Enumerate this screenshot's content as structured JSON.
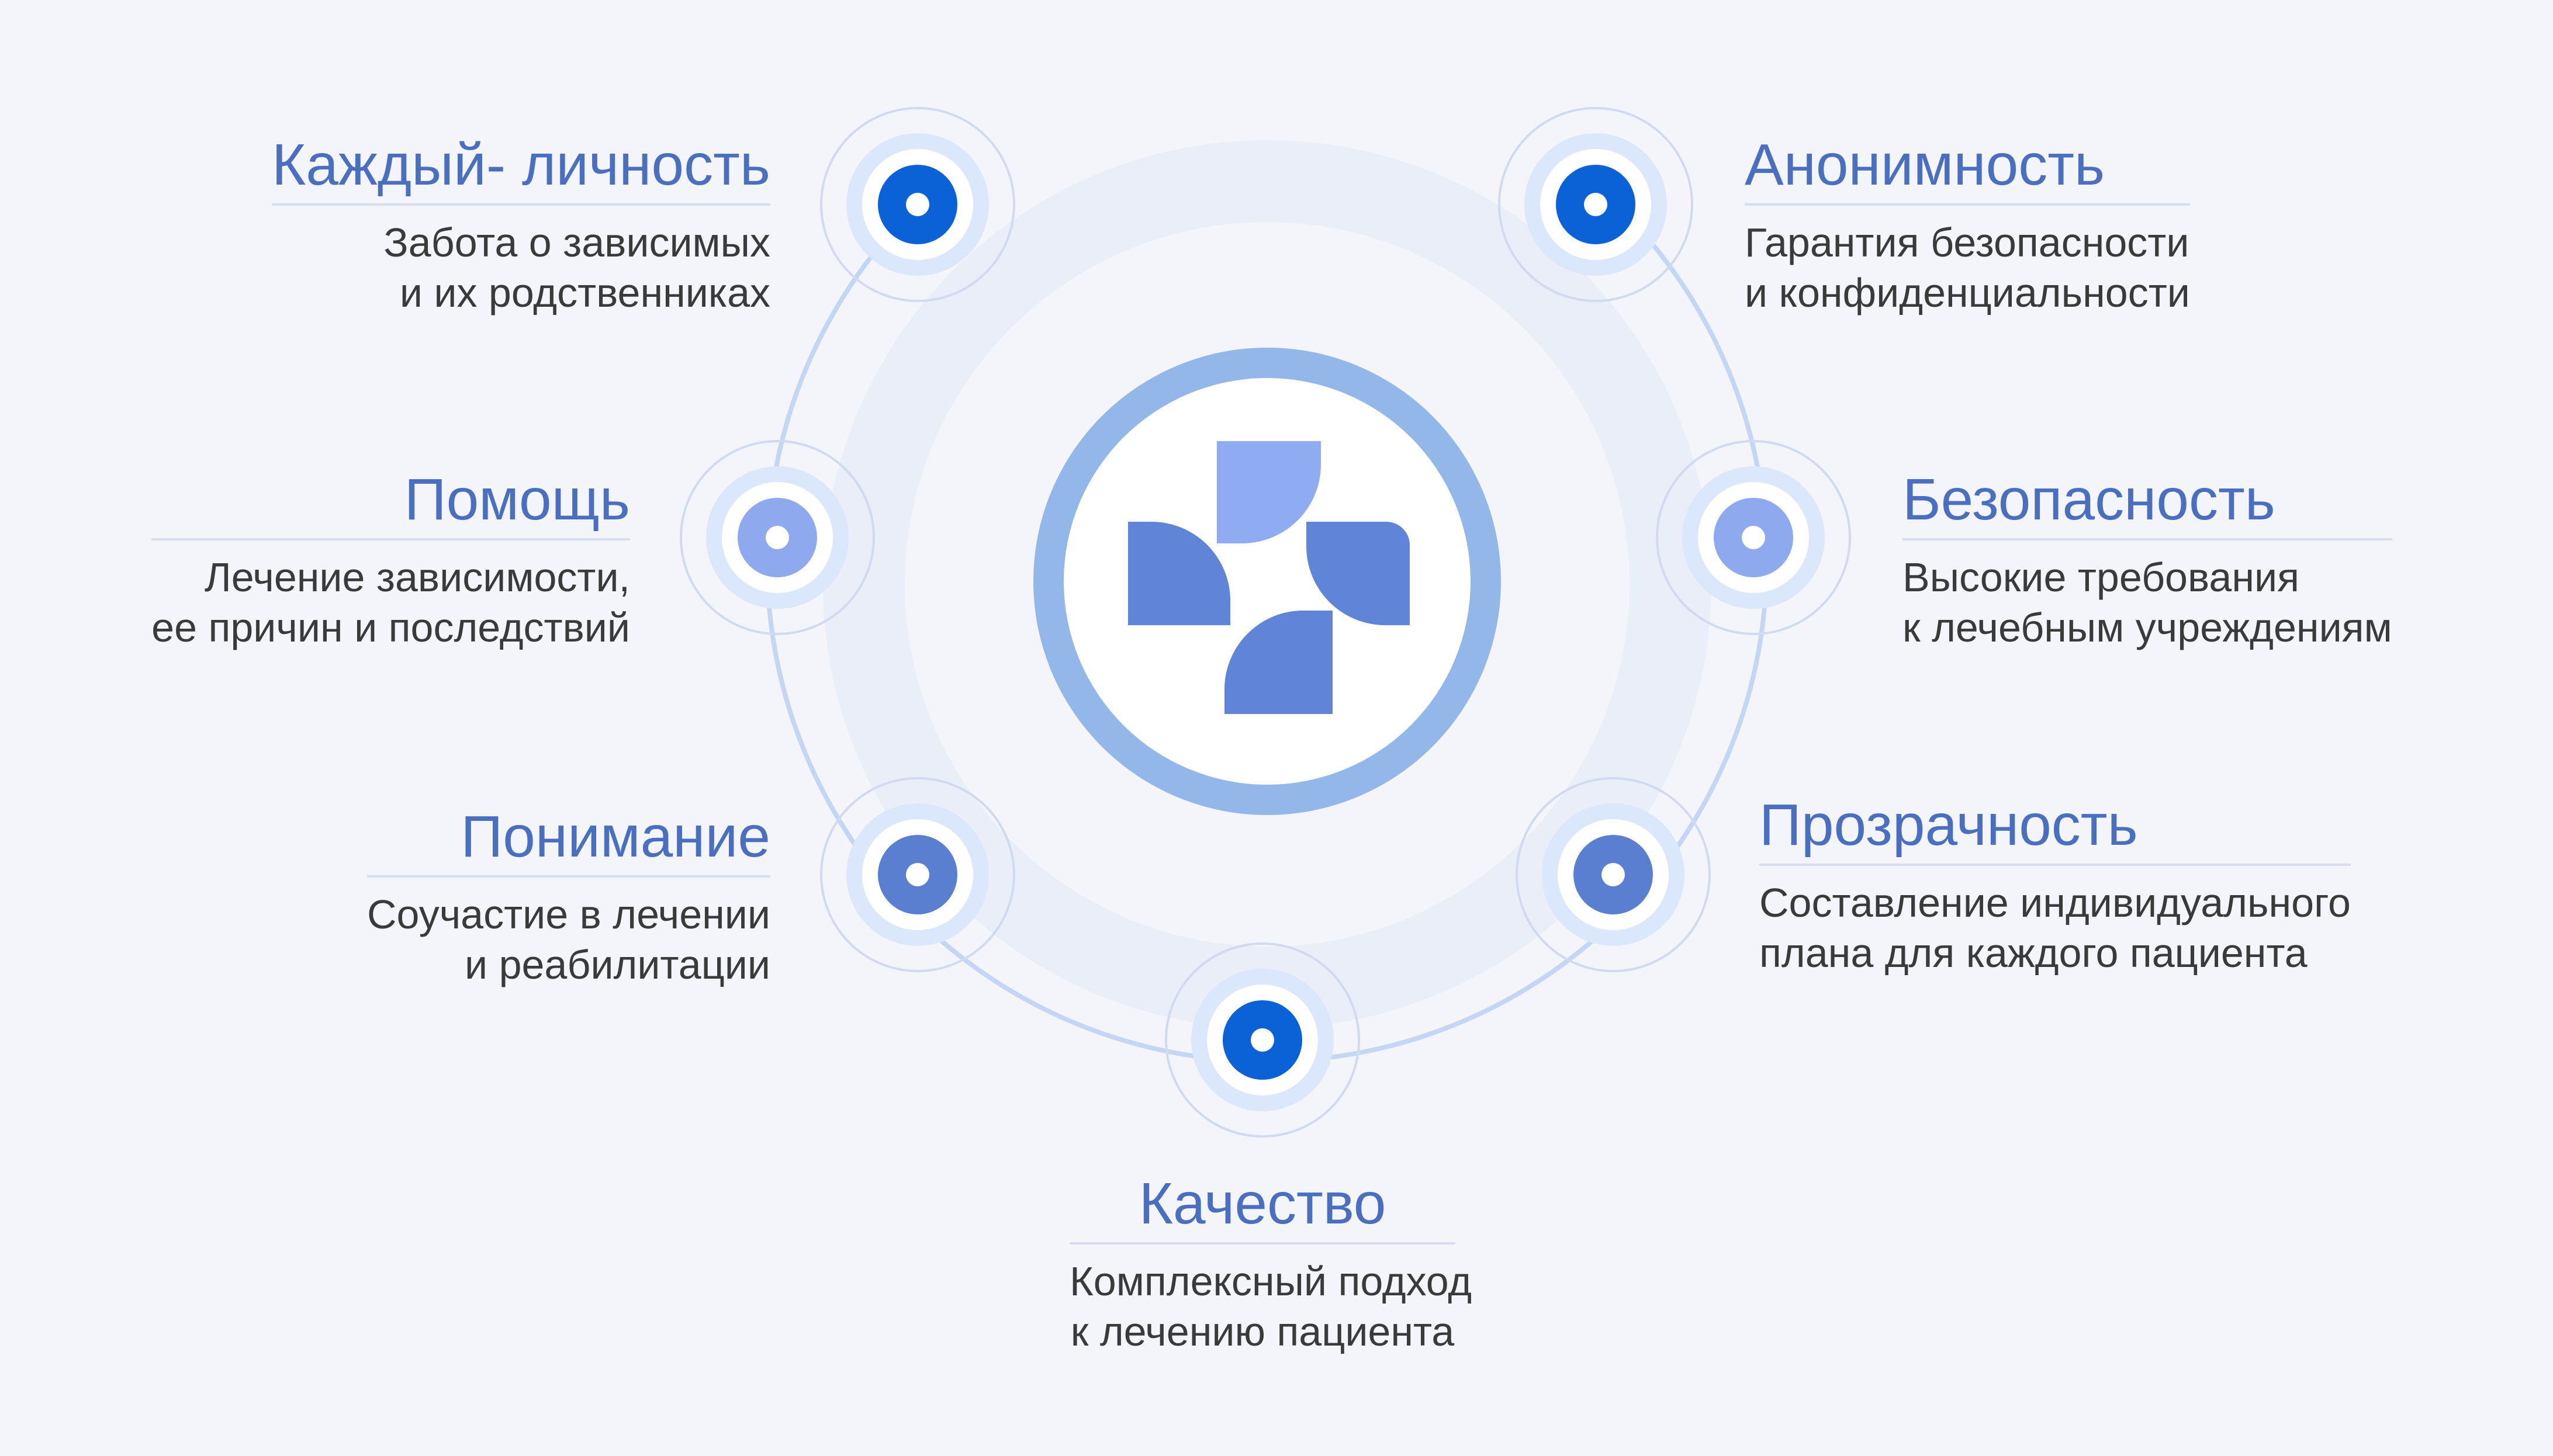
{
  "colors": {
    "background": "#f3f5fa",
    "ring_outer": "#93b7e9",
    "node_dark": "#0b62d6",
    "node_light": "#8fa9ee",
    "node_mid": "#5a7fd0",
    "title": "#4a6fc0",
    "logo_light": "#8fabf1",
    "logo_dark": "#5f84d8"
  },
  "center_logo": {
    "icon": "cross-logo-icon"
  },
  "items": [
    {
      "id": "kazhdyi",
      "title": "Каждый- личность",
      "line1": "Забота о зависимых",
      "line2": "и их родственниках",
      "node_style": "dark"
    },
    {
      "id": "pomosch",
      "title": "Помощь",
      "line1": "Лечение зависимости,",
      "line2": "ее причин и последствий",
      "node_style": "light"
    },
    {
      "id": "ponimanie",
      "title": "Понимание",
      "line1": "Соучастие  в лечении",
      "line2": "и реабилитации",
      "node_style": "mid"
    },
    {
      "id": "kachestvo",
      "title": "Качество",
      "line1": "Комплексный подход",
      "line2": "к лечению пациента",
      "node_style": "dark"
    },
    {
      "id": "prozrachnost",
      "title": "Прозрачность",
      "line1": "Составление индивидуального",
      "line2": "плана для каждого пациента",
      "node_style": "mid"
    },
    {
      "id": "bezopasnost",
      "title": "Безопасность",
      "line1": "Высокие требования",
      "line2": "к лечебным учреждениям",
      "node_style": "light"
    },
    {
      "id": "anonimnost",
      "title": "Анонимность",
      "line1": "Гарантия безопасности",
      "line2": "и конфиденциальности",
      "node_style": "dark"
    }
  ]
}
